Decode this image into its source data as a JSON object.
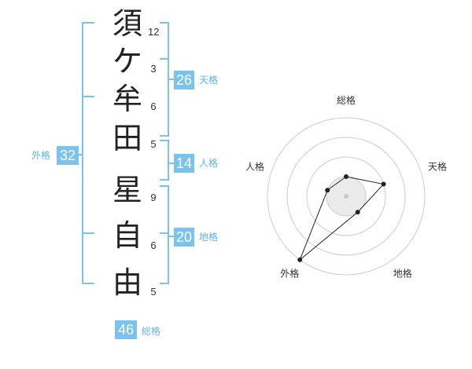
{
  "name": {
    "characters": [
      "須",
      "ケ",
      "牟",
      "田",
      "星",
      "自",
      "由"
    ],
    "strokes": [
      "12",
      "3",
      "6",
      "5",
      "9",
      "6",
      "5"
    ]
  },
  "kaku": {
    "tenkaku": {
      "label": "天格",
      "value": "26"
    },
    "jinkaku": {
      "label": "人格",
      "value": "14"
    },
    "chikaku": {
      "label": "地格",
      "value": "20"
    },
    "gaikaku": {
      "label": "外格",
      "value": "32"
    },
    "soukaku": {
      "label": "総格",
      "value": "46"
    }
  },
  "chart_data": {
    "type": "radar",
    "axes": [
      "総格",
      "天格",
      "地格",
      "外格",
      "人格"
    ],
    "rings": 4,
    "values": [
      1,
      2,
      1,
      4,
      1
    ],
    "colors": {
      "line": "#222222",
      "grid": "#cccccc",
      "fill": "#cccccc",
      "accent": "#7ac3ee"
    }
  }
}
